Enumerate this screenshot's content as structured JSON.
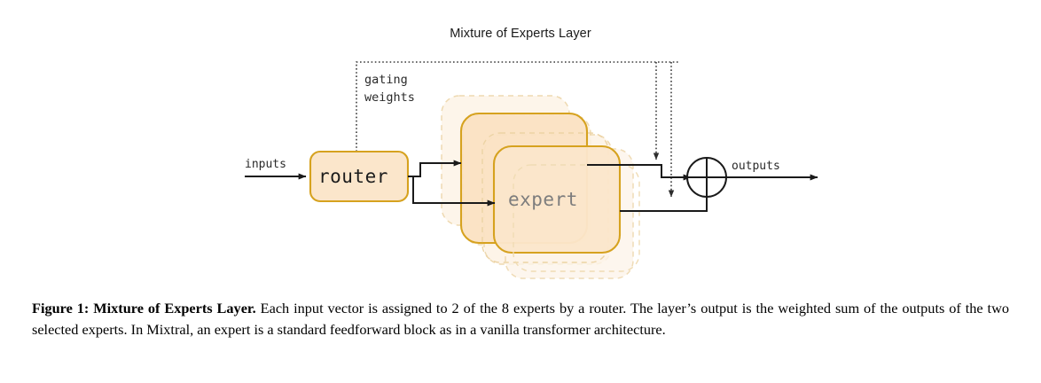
{
  "figure": {
    "title": "Mixture of Experts Layer",
    "labels": {
      "gating_weights": "gating\nweights",
      "inputs": "inputs",
      "outputs": "outputs",
      "router": "router",
      "expert": "expert",
      "sum_symbol": "+"
    },
    "colors": {
      "box_border": "#d6a21f",
      "box_fill": "#fbe6cb",
      "faded_border": "#e8c98a",
      "faded_fill": "#fbf0df",
      "arrow": "#1a1a1a",
      "dotted": "#3a3a3a",
      "expert_text": "#7d7d7d",
      "router_text": "#1c1c1c",
      "background": "#ffffff"
    },
    "counts": {
      "expert_layers": 6,
      "solid_experts": 2
    }
  },
  "caption": {
    "lead": "Figure 1:  Mixture of Experts Layer.",
    "body": " Each input vector is assigned to 2 of the 8 experts by a router.  The layer’s output is the weighted sum of the outputs of the two selected experts. In Mixtral, an expert is a standard feedforward block as in a vanilla transformer architecture."
  }
}
